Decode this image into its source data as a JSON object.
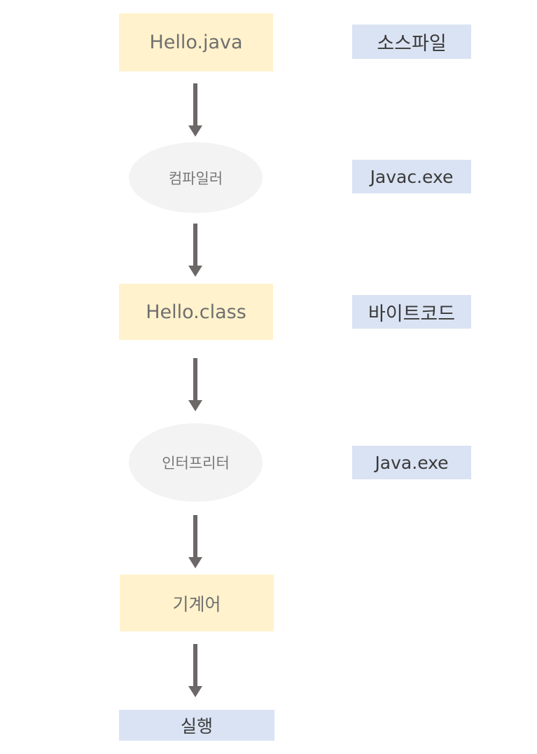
{
  "flow": {
    "source": "Hello.java",
    "compiler": "컴파일러",
    "bytecode_file": "Hello.class",
    "interpreter": "인터프리터",
    "machine_code": "기계어",
    "run": "실행"
  },
  "labels": {
    "source_file": "소스파일",
    "javac": "Javac.exe",
    "bytecode": "바이트코드",
    "java": "Java.exe"
  },
  "colors": {
    "box_fill": "#fff2cc",
    "ellipse_fill": "#f3f3f3",
    "label_fill": "#dae3f3",
    "arrow": "#6c6868"
  }
}
